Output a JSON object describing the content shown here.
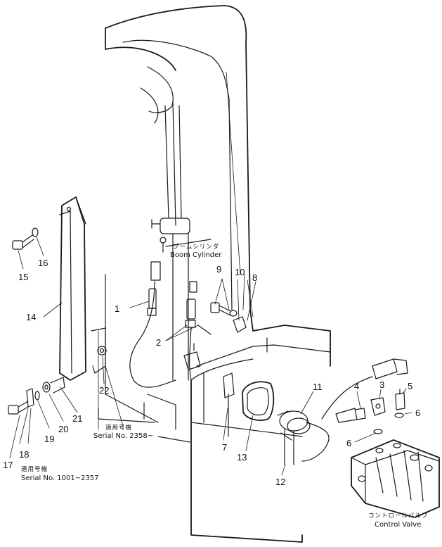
{
  "callouts": [
    "1",
    "2",
    "3",
    "4",
    "5",
    "6",
    "6",
    "7",
    "8",
    "9",
    "10",
    "11",
    "12",
    "13",
    "14",
    "15",
    "16",
    "17",
    "18",
    "19",
    "20",
    "21",
    "22"
  ],
  "captions": {
    "boom_cylinder_jp": "ブームシリンダ",
    "boom_cylinder_en": "Boom Cylinder",
    "serial_a_jp": "適用号機",
    "serial_a_en": "Serial No. 2358~",
    "serial_b_jp": "適用号機",
    "serial_b_en": "Serial No. 1001~2357",
    "control_valve_jp": "コントロールバルブ",
    "control_valve_en": "Control Valve"
  }
}
